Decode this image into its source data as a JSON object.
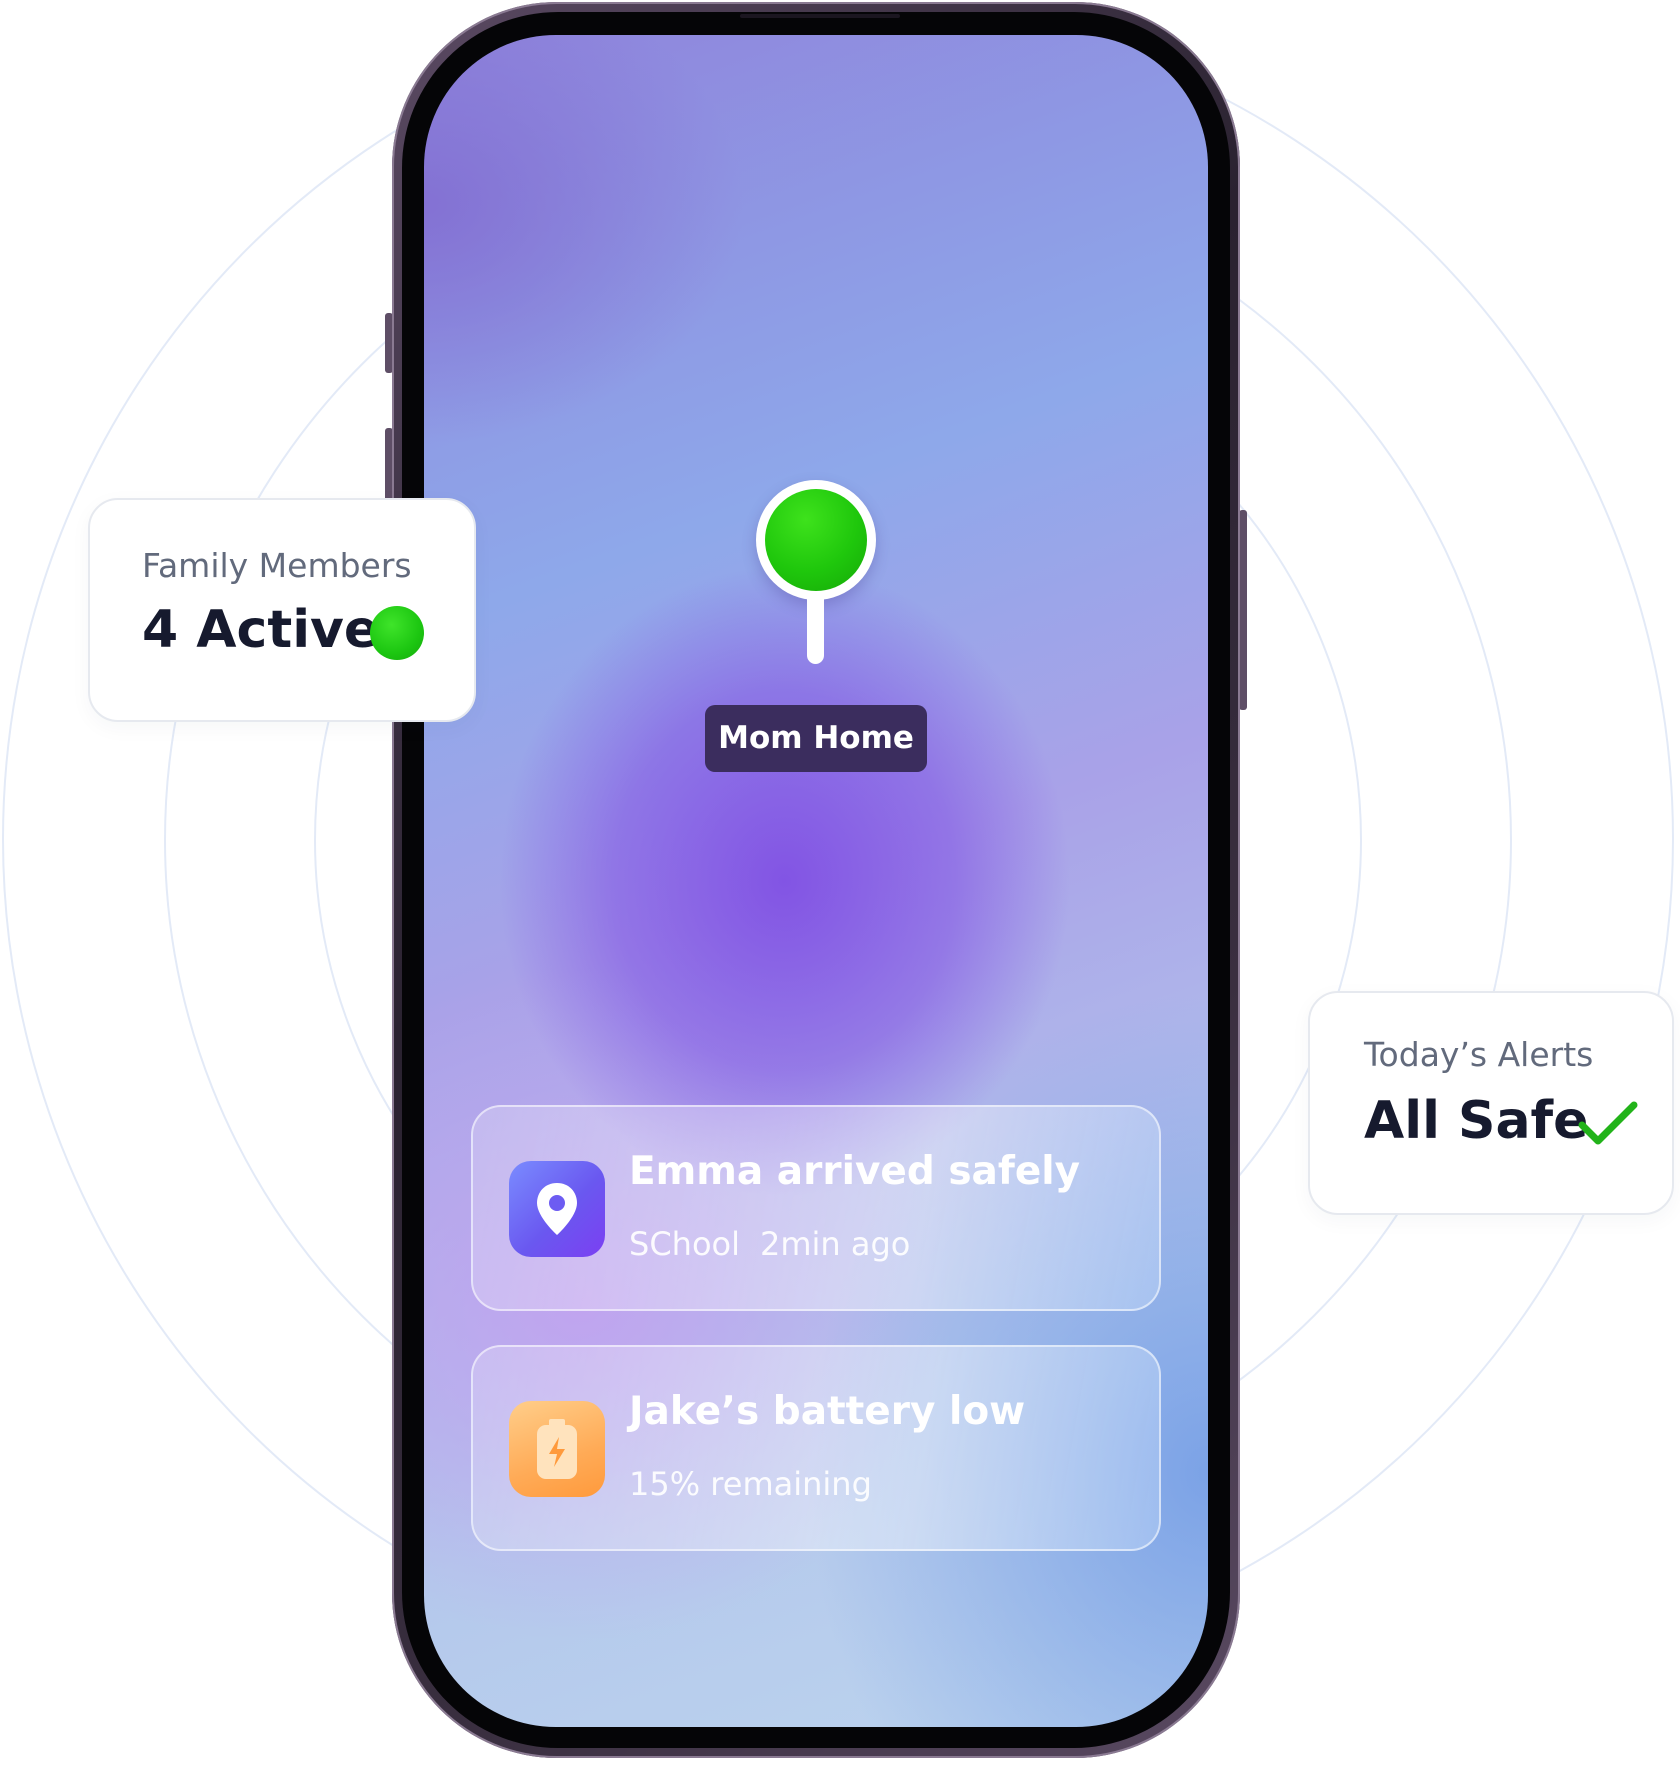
{
  "map": {
    "pin_label": "Mom Home",
    "pin_color": "#1fc70c"
  },
  "notifications": [
    {
      "icon": "location-pin-icon",
      "title": "Emma arrived safely",
      "place": "SChool",
      "time": "2min ago"
    },
    {
      "icon": "battery-icon",
      "title": "Jake’s battery low",
      "detail": "15% remaining"
    }
  ],
  "family_card": {
    "label": "Family Members",
    "value": "4 Active",
    "status_color": "#1cc611"
  },
  "alerts_card": {
    "label": "Today’s Alerts",
    "value": "All Safe",
    "icon": "checkmark-icon",
    "check_color": "#22b31a"
  },
  "colors": {
    "ring": "#e3eaf7",
    "label_bg": "#3b2d5e",
    "text_dark": "#161a2e",
    "text_muted": "#626a7c"
  }
}
